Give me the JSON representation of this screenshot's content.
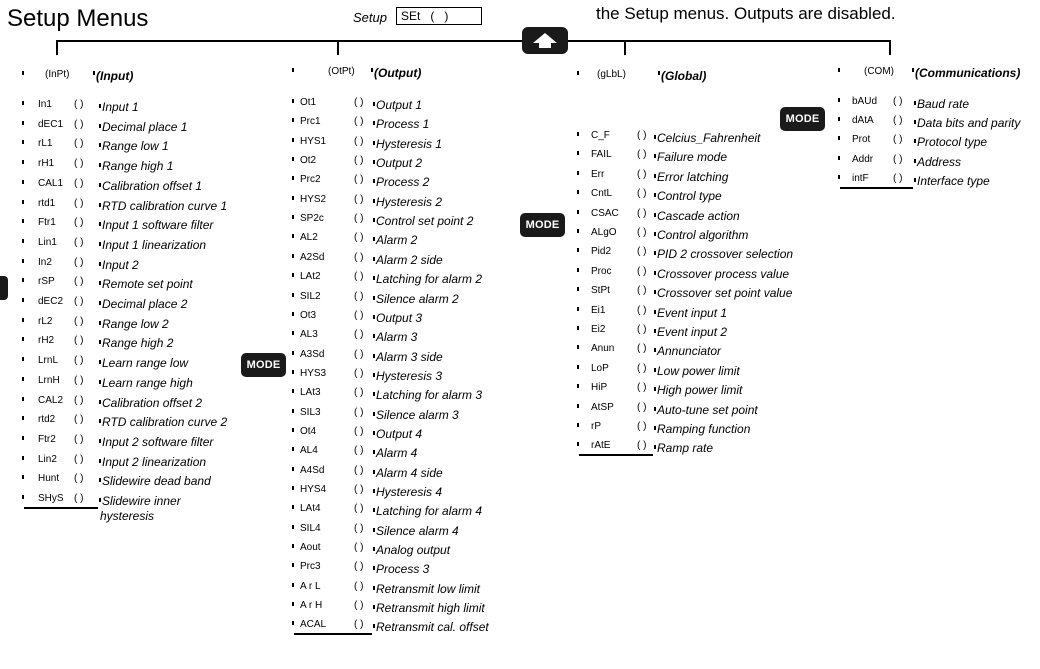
{
  "header": {
    "title": "Setup Menus",
    "setup_label": "Setup",
    "setup_display": "SEt   (   )",
    "note": "the Setup menus. Outputs are disabled."
  },
  "buttons": {
    "up_icon": "up-arrow-icon",
    "mode_label": "MODE"
  },
  "menus": [
    {
      "id": "input",
      "code": "(InPt)",
      "title": "(Input)",
      "items": [
        {
          "code": "In1",
          "desc": "Input 1"
        },
        {
          "code": "dEC1",
          "desc": "Decimal place 1"
        },
        {
          "code": "rL1",
          "desc": "Range low 1"
        },
        {
          "code": "rH1",
          "desc": "Range high 1"
        },
        {
          "code": "CAL1",
          "desc": "Calibration offset 1"
        },
        {
          "code": "rtd1",
          "desc": "RTD calibration curve 1"
        },
        {
          "code": "Ftr1",
          "desc": "Input 1 software filter"
        },
        {
          "code": "Lin1",
          "desc": "Input 1 linearization"
        },
        {
          "code": "In2",
          "desc": "Input 2"
        },
        {
          "code": "rSP",
          "desc": "Remote set point"
        },
        {
          "code": "dEC2",
          "desc": "Decimal place 2"
        },
        {
          "code": "rL2",
          "desc": "Range low 2"
        },
        {
          "code": "rH2",
          "desc": "Range high 2"
        },
        {
          "code": "LrnL",
          "desc": "Learn range low"
        },
        {
          "code": "LrnH",
          "desc": "Learn range high"
        },
        {
          "code": "CAL2",
          "desc": "Calibration offset 2"
        },
        {
          "code": "rtd2",
          "desc": "RTD calibration curve 2"
        },
        {
          "code": "Ftr2",
          "desc": "Input 2 software filter"
        },
        {
          "code": "Lin2",
          "desc": "Input 2 linearization"
        },
        {
          "code": "Hunt",
          "desc": "Slidewire dead band"
        },
        {
          "code": "SHyS",
          "desc": "Slidewire inner"
        }
      ],
      "extra_line": "hysteresis"
    },
    {
      "id": "output",
      "code": "(OtPt)",
      "title": "(Output)",
      "items": [
        {
          "code": "Ot1",
          "desc": "Output 1"
        },
        {
          "code": "Prc1",
          "desc": "Process 1"
        },
        {
          "code": "HYS1",
          "desc": "Hysteresis 1"
        },
        {
          "code": "Ot2",
          "desc": "Output 2"
        },
        {
          "code": "Prc2",
          "desc": "Process 2"
        },
        {
          "code": "HYS2",
          "desc": "Hysteresis 2"
        },
        {
          "code": "SP2c",
          "desc": "Control set point 2"
        },
        {
          "code": "AL2",
          "desc": "Alarm 2"
        },
        {
          "code": "A2Sd",
          "desc": "Alarm 2 side"
        },
        {
          "code": "LAt2",
          "desc": "Latching for alarm 2"
        },
        {
          "code": "SIL2",
          "desc": "Silence alarm 2"
        },
        {
          "code": "Ot3",
          "desc": "Output 3"
        },
        {
          "code": "AL3",
          "desc": "Alarm 3"
        },
        {
          "code": "A3Sd",
          "desc": "Alarm 3 side"
        },
        {
          "code": "HYS3",
          "desc": "Hysteresis 3"
        },
        {
          "code": "LAt3",
          "desc": "Latching for alarm 3"
        },
        {
          "code": "SIL3",
          "desc": "Silence alarm 3"
        },
        {
          "code": "Ot4",
          "desc": "Output 4"
        },
        {
          "code": "AL4",
          "desc": "Alarm 4"
        },
        {
          "code": "A4Sd",
          "desc": "Alarm 4 side"
        },
        {
          "code": "HYS4",
          "desc": "Hysteresis 4"
        },
        {
          "code": "LAt4",
          "desc": "Latching for alarm 4"
        },
        {
          "code": "SIL4",
          "desc": "Silence alarm 4"
        },
        {
          "code": "Aout",
          "desc": "Analog output"
        },
        {
          "code": "Prc3",
          "desc": "Process 3"
        },
        {
          "code": "A r L",
          "desc": "Retransmit low limit"
        },
        {
          "code": "A r H",
          "desc": "Retransmit high limit"
        },
        {
          "code": "ACAL",
          "desc": "Retransmit cal. offset"
        }
      ]
    },
    {
      "id": "global",
      "code": "(gLbL)",
      "title": "(Global)",
      "items": [
        {
          "code": "C_F",
          "desc": "Celcius_Fahrenheit"
        },
        {
          "code": "FAIL",
          "desc": "Failure mode"
        },
        {
          "code": "Err",
          "desc": "Error latching"
        },
        {
          "code": "CntL",
          "desc": "Control type"
        },
        {
          "code": "CSAC",
          "desc": "Cascade action"
        },
        {
          "code": "ALgO",
          "desc": "Control algorithm"
        },
        {
          "code": "Pid2",
          "desc": "PID 2 crossover selection"
        },
        {
          "code": "Proc",
          "desc": "Crossover process value"
        },
        {
          "code": "StPt",
          "desc": "Crossover set point value"
        },
        {
          "code": "Ei1",
          "desc": "Event input 1"
        },
        {
          "code": "Ei2",
          "desc": "Event input 2"
        },
        {
          "code": "Anun",
          "desc": "Annunciator"
        },
        {
          "code": "LoP",
          "desc": "Low power limit"
        },
        {
          "code": "HiP",
          "desc": "High power limit"
        },
        {
          "code": "AtSP",
          "desc": "Auto-tune set point"
        },
        {
          "code": "rP",
          "desc": "Ramping function"
        },
        {
          "code": "rAtE",
          "desc": "Ramp rate"
        }
      ]
    },
    {
      "id": "communications",
      "code": "(COM)",
      "title": "(Communications)",
      "items": [
        {
          "code": "bAUd",
          "desc": "Baud rate"
        },
        {
          "code": "dAtA",
          "desc": "Data bits and parity"
        },
        {
          "code": "Prot",
          "desc": "Protocol type"
        },
        {
          "code": "Addr",
          "desc": "Address"
        },
        {
          "code": "intF",
          "desc": "Interface type"
        }
      ]
    }
  ]
}
